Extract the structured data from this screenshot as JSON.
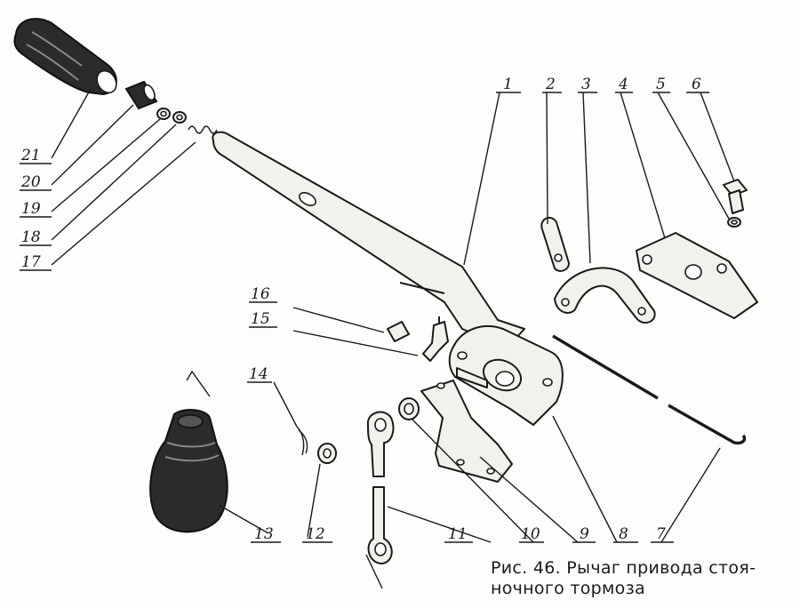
{
  "caption": {
    "line1": "Рис. 46. Рычаг привода стоя-",
    "line2": "ночного тормоза"
  },
  "callouts": [
    {
      "id": "1",
      "label": "1"
    },
    {
      "id": "2",
      "label": "2"
    },
    {
      "id": "3",
      "label": "3"
    },
    {
      "id": "4",
      "label": "4"
    },
    {
      "id": "5",
      "label": "5"
    },
    {
      "id": "6",
      "label": "6"
    },
    {
      "id": "7",
      "label": "7"
    },
    {
      "id": "8",
      "label": "8"
    },
    {
      "id": "9",
      "label": "9"
    },
    {
      "id": "10",
      "label": "10"
    },
    {
      "id": "11",
      "label": "11"
    },
    {
      "id": "12",
      "label": "12"
    },
    {
      "id": "13",
      "label": "13"
    },
    {
      "id": "14",
      "label": "14"
    },
    {
      "id": "15",
      "label": "15"
    },
    {
      "id": "16",
      "label": "16"
    },
    {
      "id": "17",
      "label": "17"
    },
    {
      "id": "18",
      "label": "18"
    },
    {
      "id": "19",
      "label": "19"
    },
    {
      "id": "20",
      "label": "20"
    },
    {
      "id": "21",
      "label": "21"
    }
  ]
}
